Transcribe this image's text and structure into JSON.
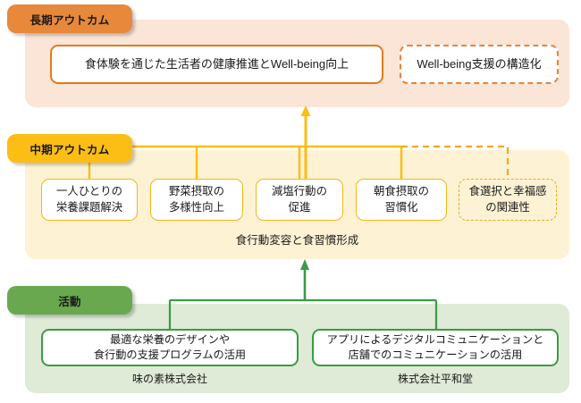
{
  "diagram": {
    "title_present": false,
    "colors": {
      "long_term_tab": "#e8883a",
      "long_term_band": "#fae5d6",
      "long_term_border": "#e07b1e",
      "mid_term_tab": "#fcbd14",
      "mid_term_band": "#fdf2d4",
      "mid_term_border": "#f5b612",
      "activity_tab": "#6aa84f",
      "activity_band": "#dfead7",
      "activity_border": "#3a9b46"
    },
    "stages": {
      "long_term": {
        "tab_label": "長期アウトカム",
        "nodes": [
          {
            "text": "食体験を通じた生活者の健康推進とWell-being向上",
            "style": "solid"
          },
          {
            "text": "Well-being支援の構造化",
            "style": "dashed"
          }
        ]
      },
      "mid_term": {
        "tab_label": "中期アウトカム",
        "caption": "食行動変容と食習慣形成",
        "nodes": [
          {
            "line1": "一人ひとりの",
            "line2": "栄養課題解決",
            "style": "solid"
          },
          {
            "line1": "野菜摂取の",
            "line2": "多様性向上",
            "style": "solid"
          },
          {
            "line1": "減塩行動の",
            "line2": "促進",
            "style": "solid"
          },
          {
            "line1": "朝食摂取の",
            "line2": "習慣化",
            "style": "solid"
          },
          {
            "line1": "食選択と幸福感",
            "line2": "の関連性",
            "style": "dashed"
          }
        ]
      },
      "activity": {
        "tab_label": "活動",
        "nodes": [
          {
            "line1": "最適な栄養のデザインや",
            "line2": "食行動の支援プログラムの活用",
            "organization": "味の素株式会社"
          },
          {
            "line1": "アプリによるデジタルコミュニケーションと",
            "line2": "店舗でのコミュニケーションの活用",
            "organization": "株式会社平和堂"
          }
        ]
      }
    }
  }
}
